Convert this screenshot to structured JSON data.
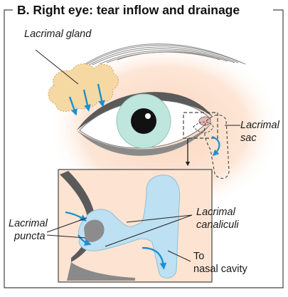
{
  "figure": {
    "title": "B. Right eye: tear inflow and drainage",
    "labels": {
      "lacrimal_gland": "Lacrimal gland",
      "lacrimal_sac_line1": "Lacrimal",
      "lacrimal_sac_line2": "sac",
      "lacrimal_puncta_line1": "Lacrimal",
      "lacrimal_puncta_line2": "puncta",
      "lacrimal_canaliculi_line1": "Lacrimal",
      "lacrimal_canaliculi_line2": "canaliculi",
      "to_nasal_line1": "To",
      "to_nasal_line2": "nasal cavity"
    },
    "colors": {
      "skin": "#fde4d2",
      "gland": "#f6d9a2",
      "iris": "#bfe6dc",
      "duct": "#bde0f2",
      "arrow": "#1b8fcf",
      "eyelid": "#5a5a5a",
      "frame": "#444444"
    }
  }
}
